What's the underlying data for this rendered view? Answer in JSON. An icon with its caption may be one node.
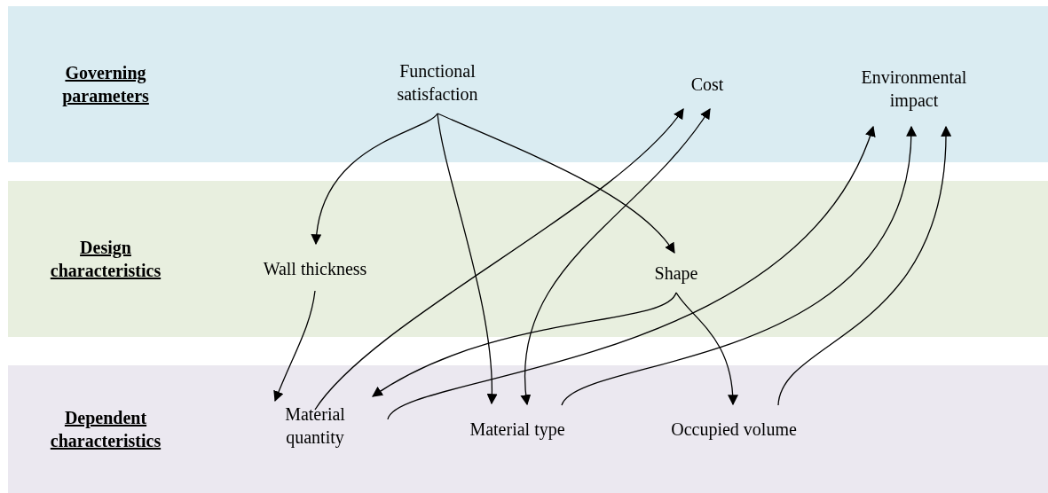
{
  "diagram": {
    "nodes": [
      {
        "text": [
          "Governing parameters"
        ]
      },
      {
        "text": [
          "Functional satisfaction"
        ],
        "in": 0
      },
      {
        "text": [
          "Cost"
        ],
        "in": 0
      },
      {
        "text": [
          "Environmental impact"
        ],
        "in": 0
      },
      {
        "text": [
          "Design characteristics"
        ]
      },
      {
        "text": [
          "Wall thickness"
        ],
        "in": 4
      },
      {
        "text": [
          "Shape"
        ],
        "in": 4
      },
      {
        "text": [
          "Dependent characteristics"
        ]
      },
      {
        "text": [
          "Material quantity"
        ],
        "in": 7
      },
      {
        "text": [
          "Material type"
        ],
        "in": 7
      },
      {
        "text": [
          "Occupied volume"
        ],
        "in": 7
      }
    ],
    "edges": [
      {
        "from": 1,
        "to": 5,
        "arrow": "to"
      },
      {
        "from": 1,
        "to": 9,
        "arrow": "to"
      },
      {
        "from": 1,
        "to": 6,
        "arrow": "to"
      },
      {
        "from": 8,
        "to": 2,
        "arrow": "to"
      },
      {
        "from": 9,
        "to": 2,
        "arrow": "both"
      },
      {
        "from": 8,
        "to": 3,
        "arrow": "to"
      },
      {
        "from": 9,
        "to": 3,
        "arrow": "to"
      },
      {
        "from": 10,
        "to": 3,
        "arrow": "to"
      },
      {
        "from": 5,
        "to": 8,
        "arrow": "to"
      },
      {
        "from": 6,
        "to": 8,
        "arrow": "to"
      },
      {
        "from": 6,
        "to": 10,
        "arrow": "to"
      }
    ]
  }
}
